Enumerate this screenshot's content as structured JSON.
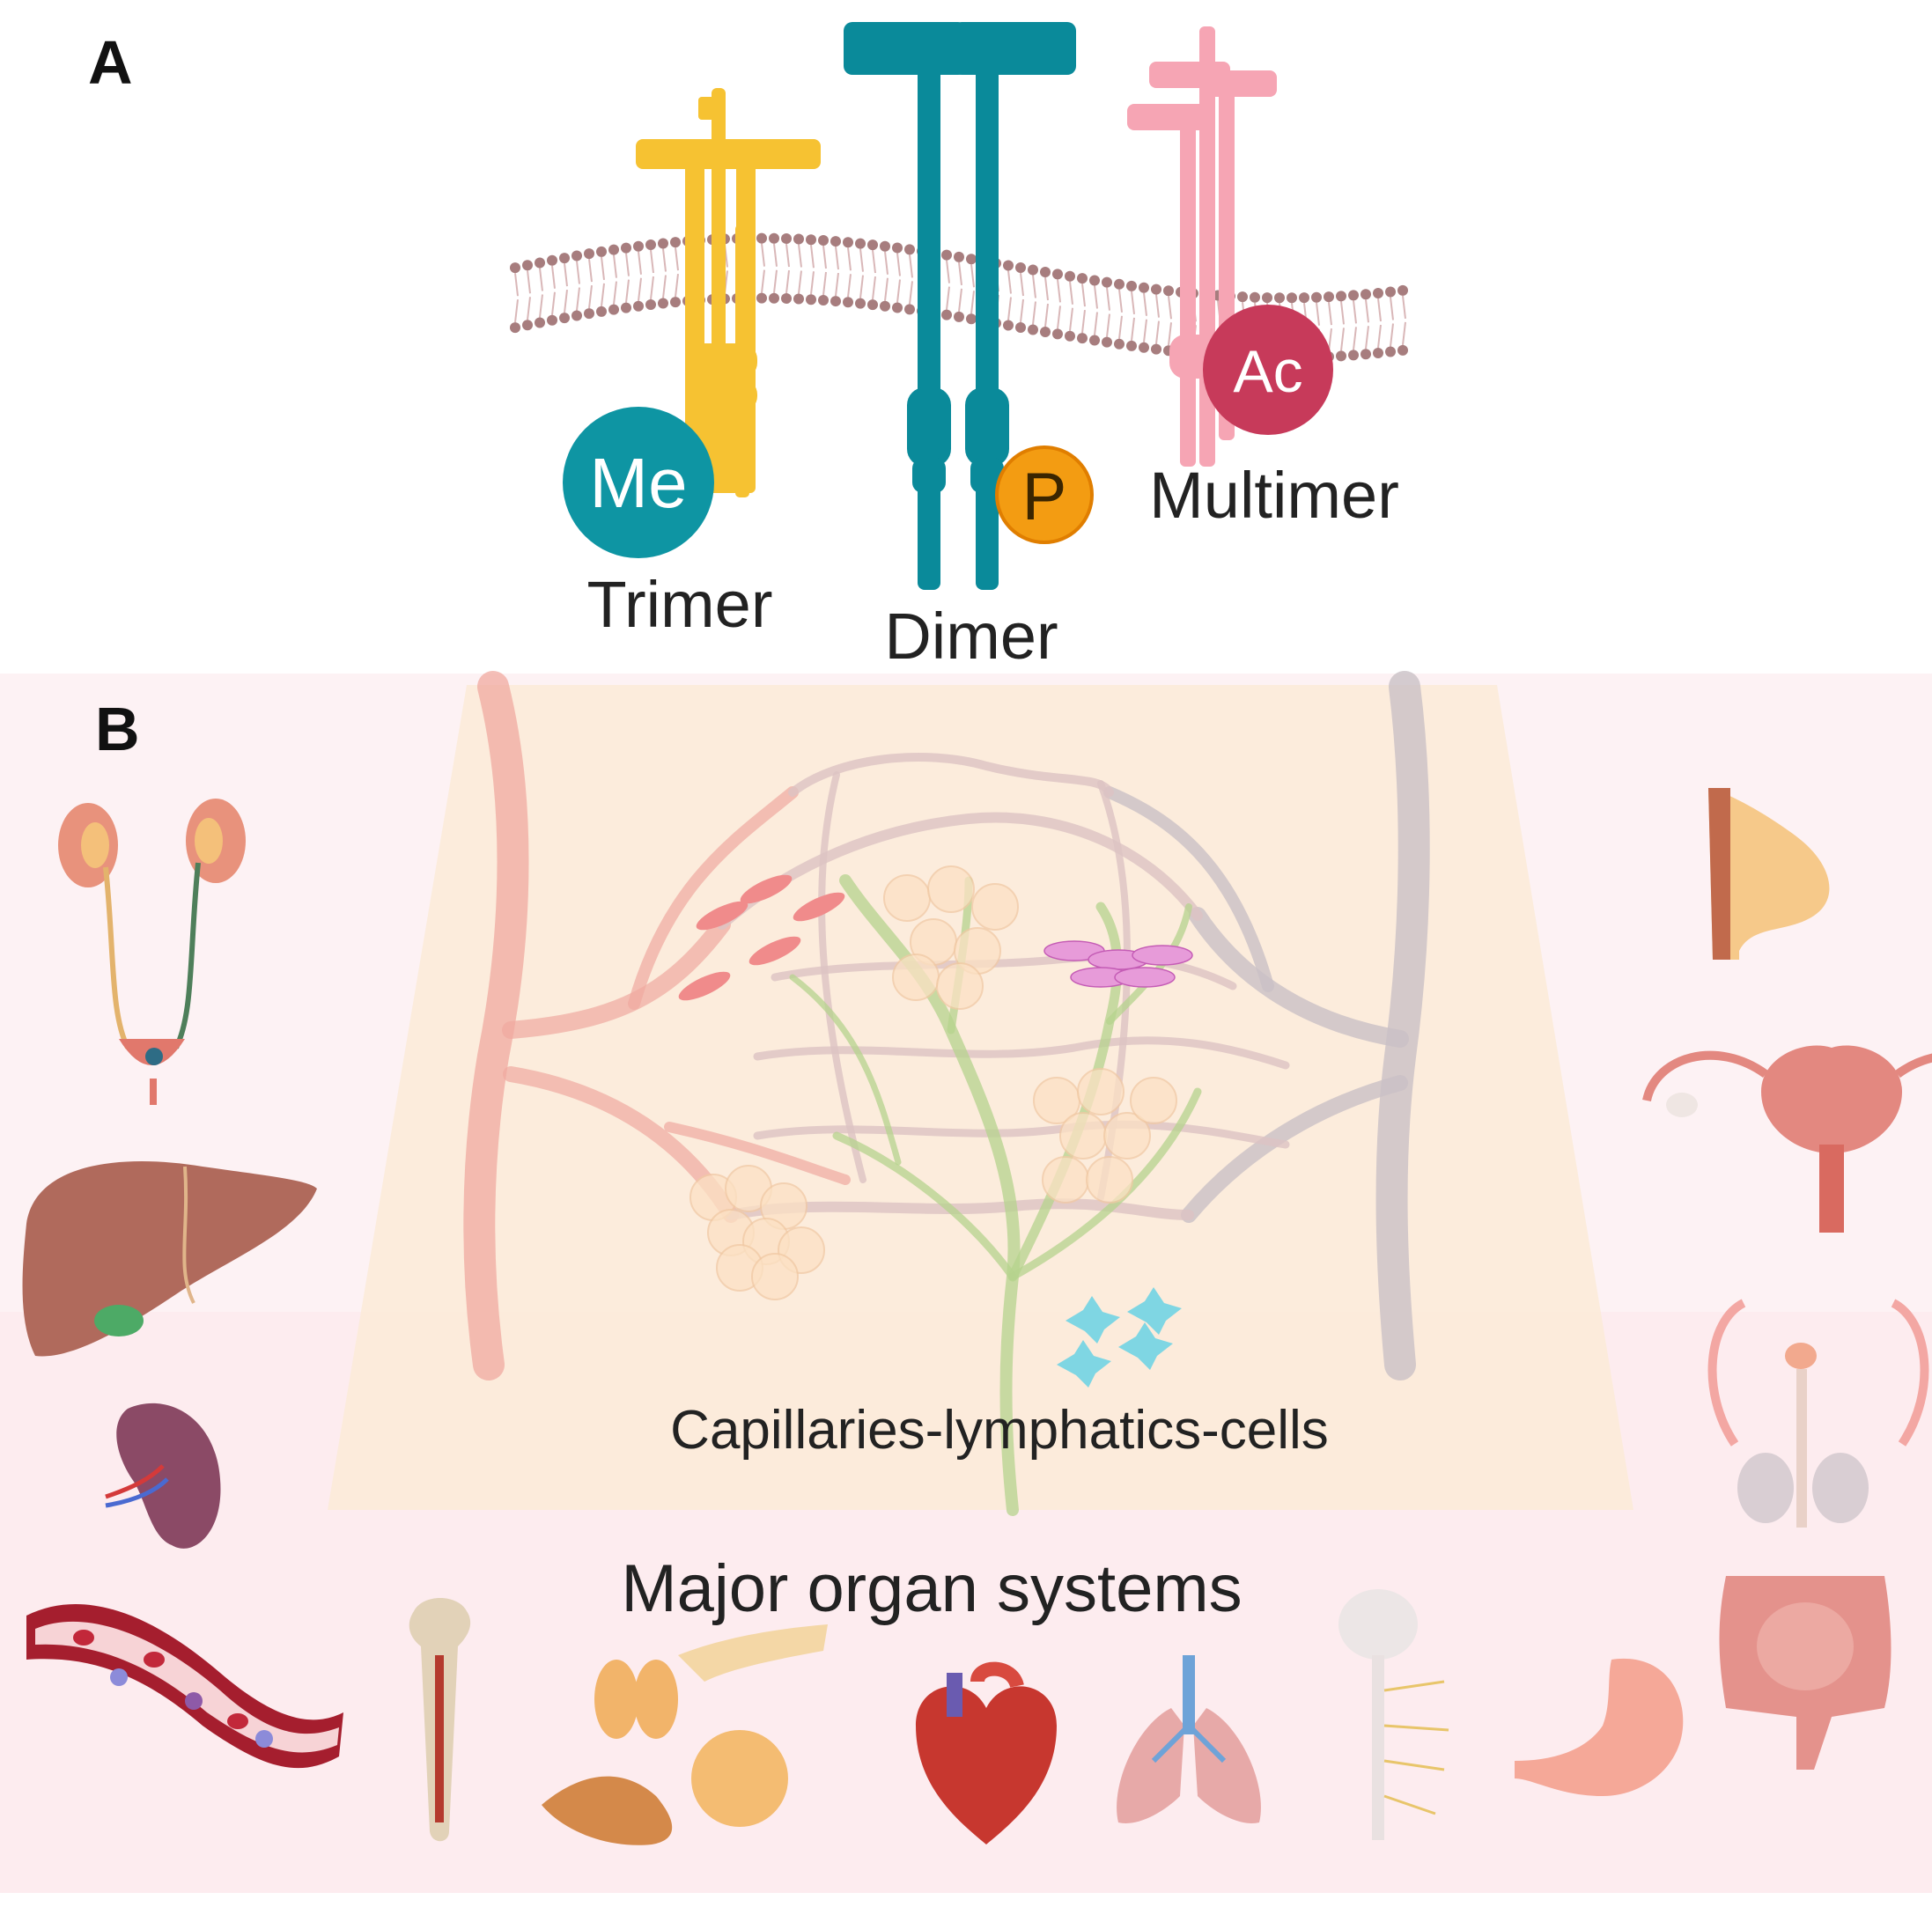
{
  "panels": {
    "a": {
      "letter": "A"
    },
    "b": {
      "letter": "B"
    }
  },
  "receptors": {
    "trimer": {
      "label": "Trimer",
      "modification": "Me",
      "color": "#F6C232",
      "badge_color": "#0E95A3"
    },
    "dimer": {
      "label": "Dimer",
      "modification": "P",
      "color": "#0A8A9A",
      "badge_color": "#F39C12"
    },
    "multimer": {
      "label": "Multimer",
      "modification": "Ac",
      "color": "#F6A5B4",
      "badge_color": "#C73A5A"
    }
  },
  "microenvironment": {
    "caption": "Capillaries-lymphatics-cells"
  },
  "organs_section": {
    "caption": "Major organ systems"
  },
  "colors": {
    "membrane_head": "#A77D7E",
    "tail": "#D9B7B8",
    "artery": "#F0A9A0",
    "vein": "#C9C0C6",
    "lymphatic": "#B6D38E",
    "panel_b_bg": "#FDF2F4",
    "tissue_bg": "#FCEBD7"
  },
  "organs": [
    "kidney-urinary-icon",
    "liver-icon",
    "spleen-icon",
    "blood-vessel-icon",
    "bone-icon",
    "endocrine-glands-icon",
    "heart-icon",
    "lungs-icon",
    "spinal-cord-icon",
    "stomach-icon",
    "intestine-icon",
    "breast-icon",
    "uterus-icon",
    "male-reproductive-icon"
  ]
}
